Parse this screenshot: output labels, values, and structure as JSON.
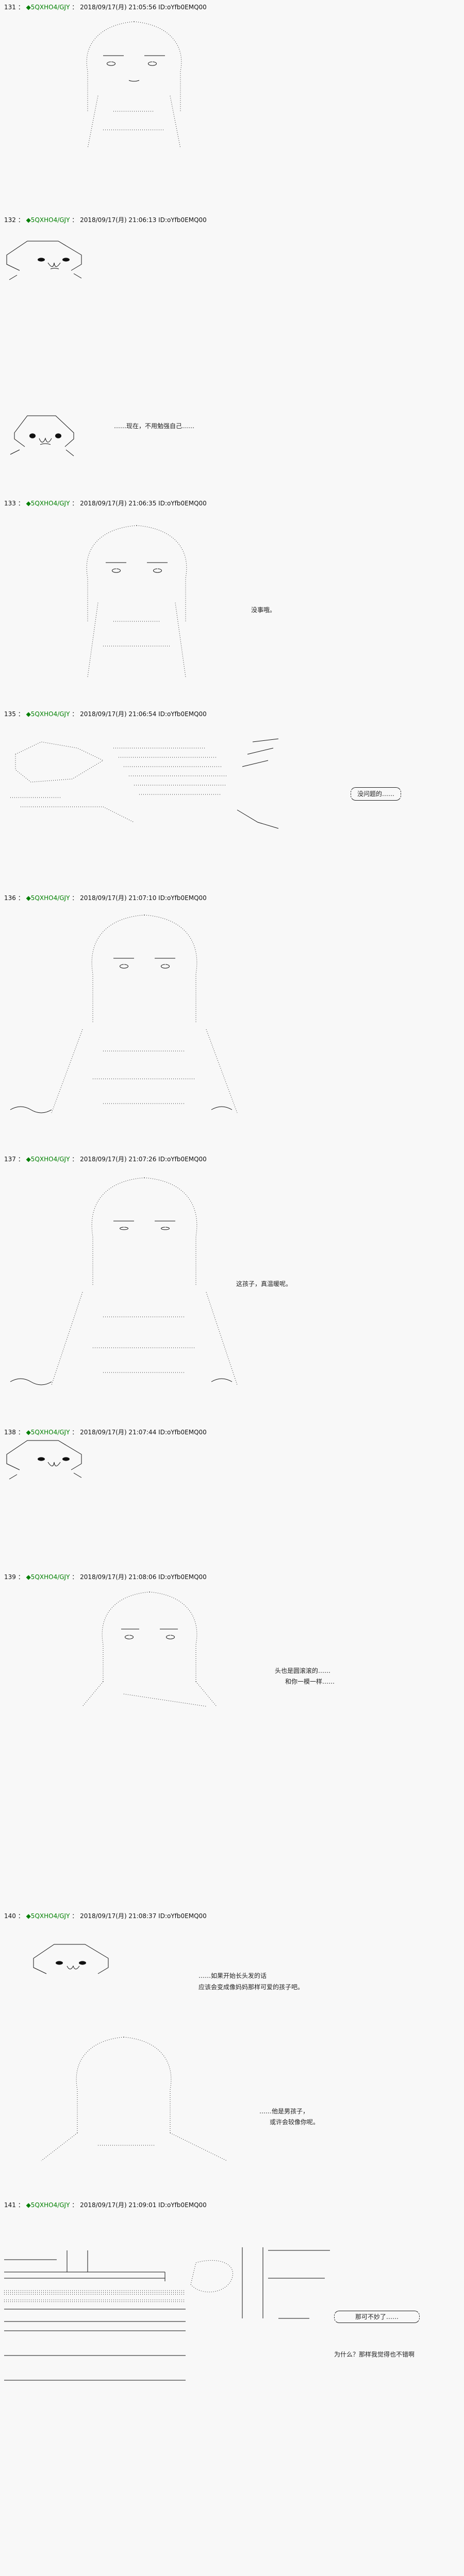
{
  "posts": [
    {
      "num": "131",
      "sep": "：",
      "trip": "◆5QXHO4/GJY",
      "date": "2018/09/17(月) 21:05:56",
      "id": "ID:oYfb0EMQ00",
      "lines": []
    },
    {
      "num": "132",
      "sep": "：",
      "trip": "◆5QXHO4/GJY",
      "date": "2018/09/17(月) 21:06:13",
      "id": "ID:oYfb0EMQ00",
      "lines": [
        "……现在，不用勉强自己……"
      ]
    },
    {
      "num": "133",
      "sep": "：",
      "trip": "◆5QXHO4/GJY",
      "date": "2018/09/17(月) 21:06:35",
      "id": "ID:oYfb0EMQ00",
      "lines": [
        "没事哦。"
      ]
    },
    {
      "num": "135",
      "sep": "：",
      "trip": "◆5QXHO4/GJY",
      "date": "2018/09/17(月) 21:06:54",
      "id": "ID:oYfb0EMQ00",
      "lines": [
        "没问题的……"
      ]
    },
    {
      "num": "136",
      "sep": "：",
      "trip": "◆5QXHO4/GJY",
      "date": "2018/09/17(月) 21:07:10",
      "id": "ID:oYfb0EMQ00",
      "lines": []
    },
    {
      "num": "137",
      "sep": "：",
      "trip": "◆5QXHO4/GJY",
      "date": "2018/09/17(月) 21:07:26",
      "id": "ID:oYfb0EMQ00",
      "lines": [
        "这孩子，真温暖呢。"
      ]
    },
    {
      "num": "138",
      "sep": "：",
      "trip": "◆5QXHO4/GJY",
      "date": "2018/09/17(月) 21:07:44",
      "id": "ID:oYfb0EMQ00",
      "lines": []
    },
    {
      "num": "139",
      "sep": "：",
      "trip": "◆5QXHO4/GJY",
      "date": "2018/09/17(月) 21:08:06",
      "id": "ID:oYfb0EMQ00",
      "lines": [
        "头也是圆滚滚的……",
        "和你一模一样……"
      ]
    },
    {
      "num": "140",
      "sep": "：",
      "trip": "◆5QXHO4/GJY",
      "date": "2018/09/17(月) 21:08:37",
      "id": "ID:oYfb0EMQ00",
      "lines": [
        "……如果开始长头发的话",
        "应该会变成像妈妈那样可爱的孩子吧。",
        "……他是男孩子，",
        "或许会较像你呢。"
      ]
    },
    {
      "num": "141",
      "sep": "：",
      "trip": "◆5QXHO4/GJY",
      "date": "2018/09/17(月) 21:09:01",
      "id": "ID:oYfb0EMQ00",
      "lines": [
        "那可不妙了……",
        "为什么？那样我觉得也不错啊"
      ]
    }
  ],
  "colors": {
    "background": "#f8f8f8",
    "trip": "#008000",
    "text": "#111111"
  }
}
